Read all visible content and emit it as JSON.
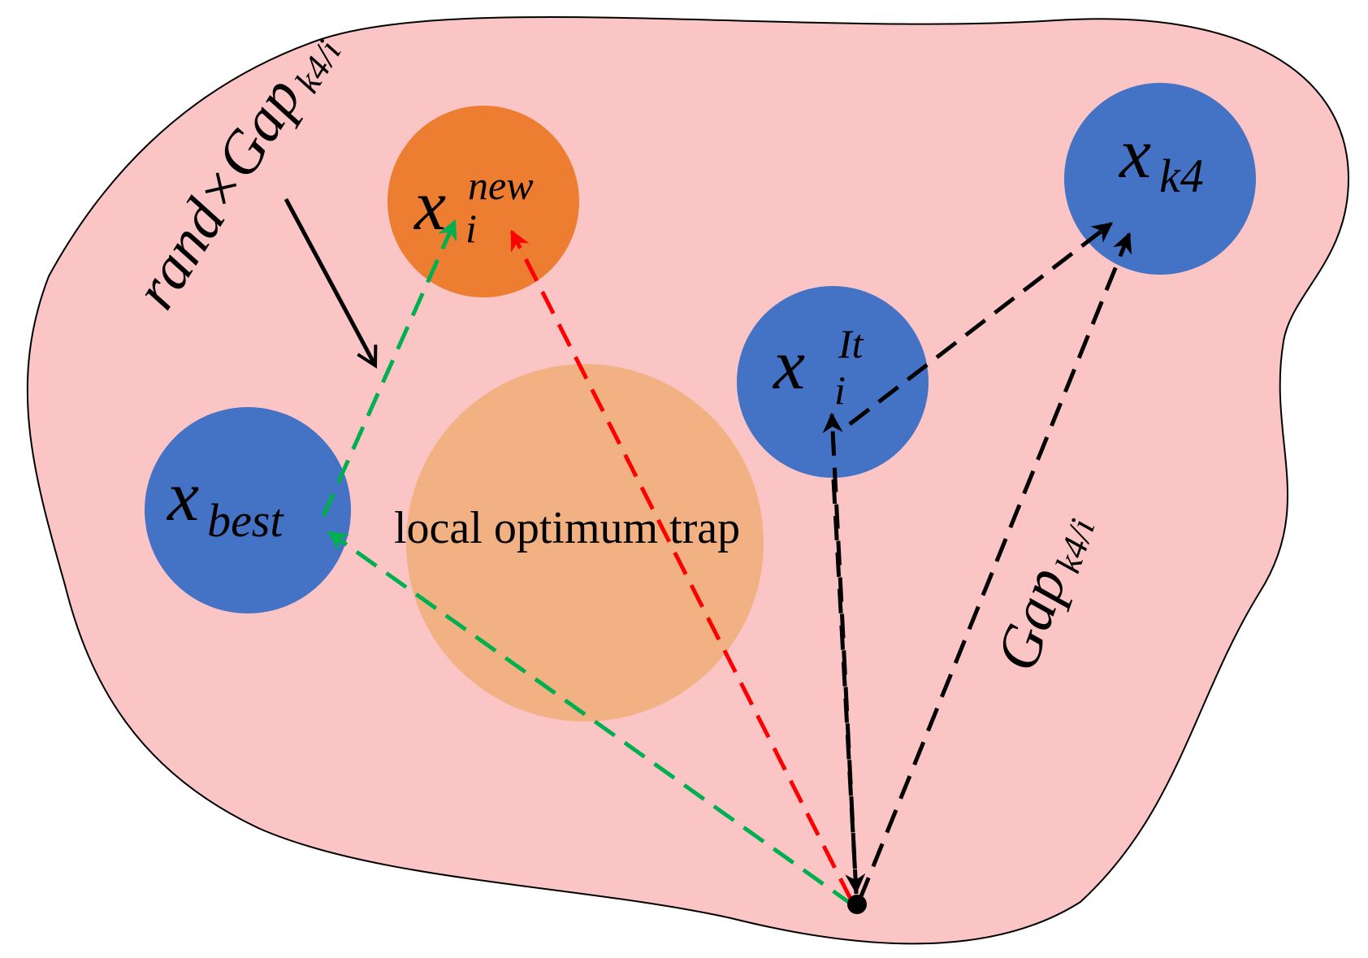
{
  "diagram": {
    "colors": {
      "region_fill": "#fbc5c6",
      "region_stroke": "#000000",
      "blue_node": "#4472c4",
      "new_node": "#ed7d31",
      "trap": "#f2b183",
      "green_arrow": "#00b050",
      "red_arrow": "#ff0000",
      "black_arrow": "#000000"
    },
    "nodes": {
      "x_best": {
        "symbol": "x",
        "subscript": "best"
      },
      "x_new": {
        "symbol": "x",
        "subscript": "i",
        "superscript": "new"
      },
      "x_it": {
        "symbol": "x",
        "subscript": "i",
        "superscript": "It"
      },
      "x_k4": {
        "symbol": "x",
        "subscript": "k4"
      }
    },
    "trap": {
      "label": "local optimum trap"
    },
    "labels": {
      "rand_gap": {
        "main": "rand×Gap",
        "subscript": "k4/i"
      },
      "gap": {
        "main": "Gap",
        "subscript": "k4/i"
      }
    }
  }
}
